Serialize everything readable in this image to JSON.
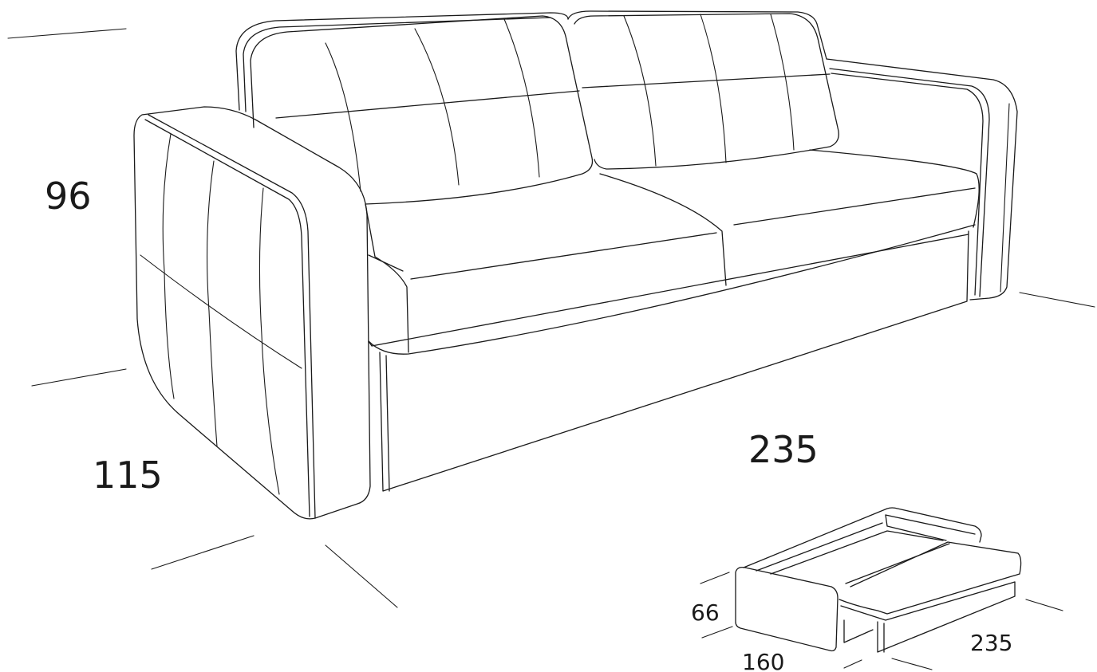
{
  "sofa": {
    "height": "96",
    "depth": "115",
    "width": "235"
  },
  "bed": {
    "height": "66",
    "depth": "160",
    "length": "235"
  }
}
